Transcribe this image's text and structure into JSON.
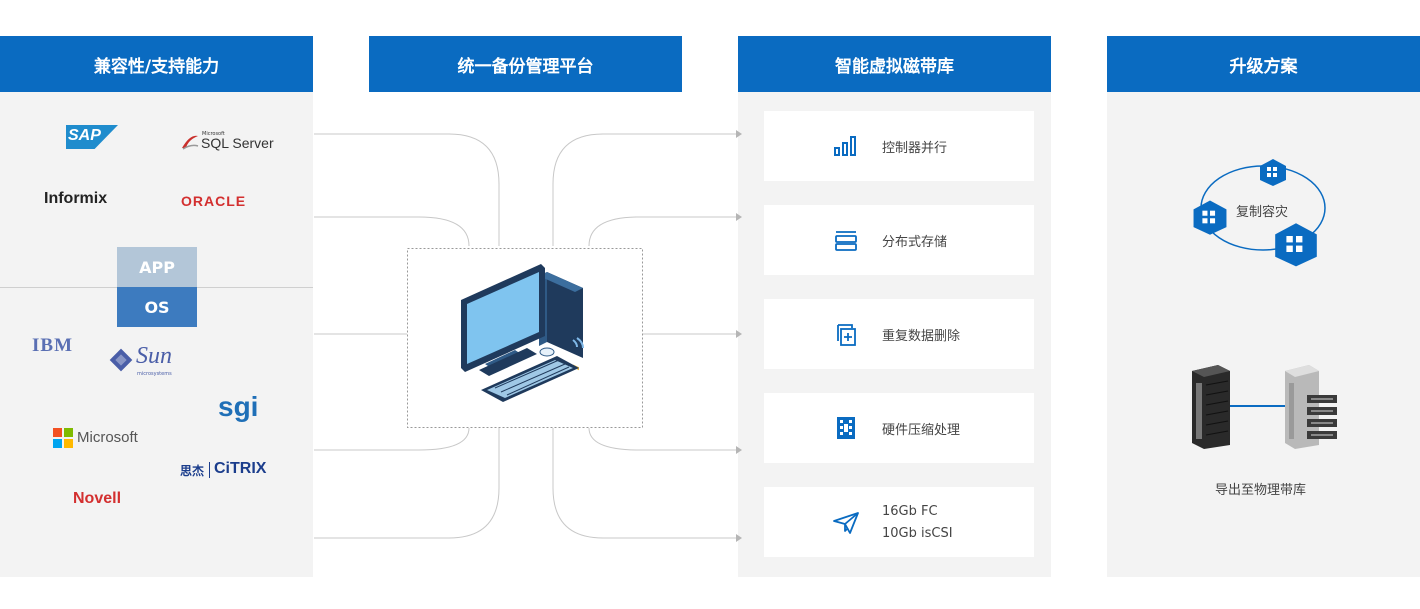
{
  "headers": {
    "compat": "兼容性/支持能力",
    "platform": "统一备份管理平台",
    "vtl": "智能虚拟磁带库",
    "upgrade": "升级方案"
  },
  "compat": {
    "app_tag": "APP",
    "os_tag": "OS",
    "logos": {
      "sap": "SAP",
      "sql_small": "Microsoft",
      "sql": "SQL Server",
      "informix": "Informix",
      "oracle": "ORACLE",
      "ibm": "IBM",
      "sun": "Sun",
      "sun_small": "microsystems",
      "sgi": "sgi",
      "microsoft": "Microsoft",
      "sijie": "思杰",
      "citrix": "CiTRIX",
      "novell": "Novell"
    }
  },
  "vtl": {
    "cards": [
      {
        "label": "控制器并行",
        "icon": "bar-chart-icon"
      },
      {
        "label": "分布式存储",
        "icon": "storage-icon"
      },
      {
        "label": "重复数据删除",
        "icon": "dedupe-icon"
      },
      {
        "label": "硬件压缩处理",
        "icon": "chip-icon"
      },
      {
        "lines": [
          "16Gb FC",
          "10Gb isCSI"
        ],
        "icon": "paper-plane-icon"
      }
    ]
  },
  "upgrade": {
    "replication_label": "复制容灾",
    "export_label": "导出至物理带库"
  },
  "colors": {
    "primary": "#0a6bc1",
    "panel": "#f3f3f3",
    "app_tag": "#b3c6d8",
    "os_tag": "#3d7bbf"
  }
}
